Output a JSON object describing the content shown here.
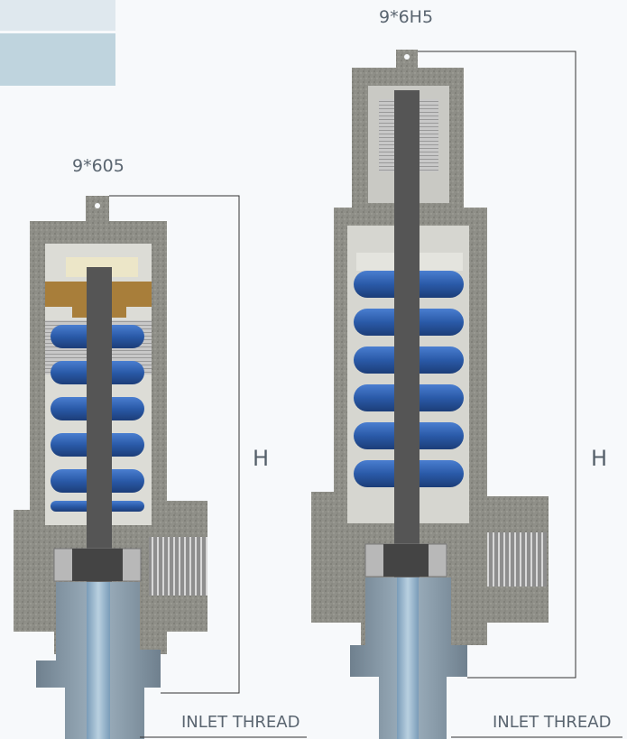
{
  "labels": {
    "left_model": "9*605",
    "right_model": "9*6H5",
    "height_left": "H",
    "height_right": "H",
    "inlet_left": "INLET THREAD",
    "inlet_right": "INLET THREAD"
  },
  "colors": {
    "body": "#8e8e86",
    "spring": "#2a5aa8",
    "stem": "#555555",
    "nozzle": "#7e8f9c",
    "bonnet_insert": "#a87e3a",
    "dimension_line": "#333333"
  }
}
